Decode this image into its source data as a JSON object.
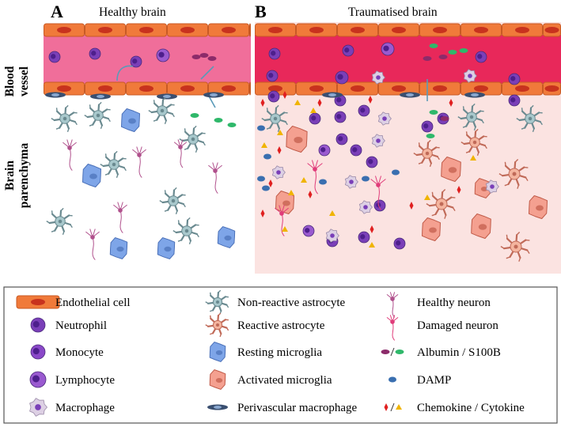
{
  "panels": [
    {
      "letter": "A",
      "title": "Healthy brain"
    },
    {
      "letter": "B",
      "title": "Traumatised brain"
    }
  ],
  "side_labels": {
    "blood_vessel": [
      "Blood",
      "vessel"
    ],
    "brain_parenchyma": [
      "Brain",
      "parenchyma"
    ]
  },
  "legend": [
    {
      "key": "endothelial",
      "label": "Endothelial cell",
      "icon": "endothelial-cell-icon"
    },
    {
      "key": "neutrophil",
      "label": "Neutrophil",
      "icon": "neutrophil-icon"
    },
    {
      "key": "monocyte",
      "label": "Monocyte",
      "icon": "monocyte-icon"
    },
    {
      "key": "lymphocyte",
      "label": "Lymphocyte",
      "icon": "lymphocyte-icon"
    },
    {
      "key": "macrophage",
      "label": "Macrophage",
      "icon": "macrophage-icon"
    },
    {
      "key": "nonreactive_astrocyte",
      "label": "Non-reactive astrocyte",
      "icon": "non-reactive-astrocyte-icon"
    },
    {
      "key": "reactive_astrocyte",
      "label": "Reactive astrocyte",
      "icon": "reactive-astrocyte-icon"
    },
    {
      "key": "resting_microglia",
      "label": "Resting microglia",
      "icon": "resting-microglia-icon"
    },
    {
      "key": "activated_microglia",
      "label": "Activated microglia",
      "icon": "activated-microglia-icon"
    },
    {
      "key": "perivascular_macrophage",
      "label": "Perivascular macrophage",
      "icon": "perivascular-macrophage-icon"
    },
    {
      "key": "healthy_neuron",
      "label": "Healthy neuron",
      "icon": "healthy-neuron-icon"
    },
    {
      "key": "damaged_neuron",
      "label": "Damaged neuron",
      "icon": "damaged-neuron-icon"
    },
    {
      "key": "albumin_s100b",
      "label": "Albumin / S100B",
      "icon": "albumin-s100b-icon"
    },
    {
      "key": "damp",
      "label": "DAMP",
      "icon": "damp-icon"
    },
    {
      "key": "chemokine_cytokine",
      "label": "Chemokine / Cytokine",
      "icon": "chemokine-cytokine-icon"
    }
  ],
  "colors": {
    "endothelial_fill": "#f07a3a",
    "endothelial_nucleus": "#c8321e",
    "vessel_healthy": "#f06e9a",
    "vessel_trauma": "#e8285a",
    "parenchyma_trauma": "#fbe3e1",
    "neutrophil": "#7a3fb8",
    "astrocyte_nonreactive": "#a8c8cc",
    "astrocyte_reactive": "#f4b49e",
    "microglia_resting": "#7ea5e8",
    "microglia_activated": "#f4a090",
    "macrophage": "#ddd0e4",
    "neuron_healthy": "#b0508c",
    "neuron_damaged": "#e03c7a",
    "albumin": "#8c2b6a",
    "s100b": "#2fb86a",
    "damp": "#3a6fb0",
    "chemokine": "#e02020",
    "cytokine": "#f0b400",
    "arrow": "#5a9ab8"
  }
}
